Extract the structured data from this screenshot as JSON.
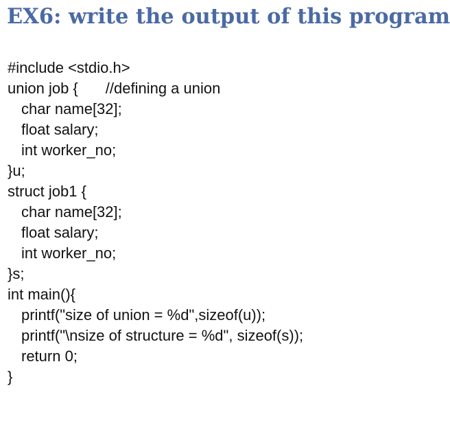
{
  "title": "EX6: write the output of this program",
  "code": {
    "lines": [
      "#include <stdio.h>",
      "union job {",
      "char name[32];",
      "float salary;",
      "int worker_no;",
      "}u;",
      "struct job1 {",
      "char name[32];",
      "float salary;",
      "int worker_no;",
      "}s;",
      "int main(){",
      "printf(\"size of union = %d\",sizeof(u));",
      "printf(\"\\nsize of structure = %d\", sizeof(s));",
      "return 0;",
      "}"
    ],
    "comment": "//defining a union"
  }
}
